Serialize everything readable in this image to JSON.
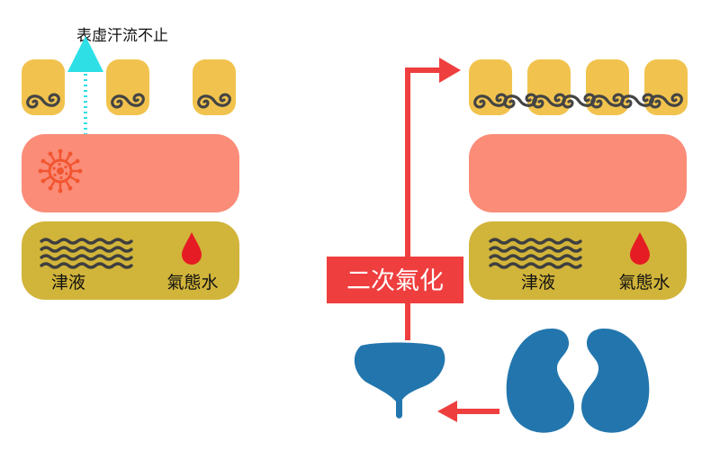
{
  "labels": {
    "sweat_caption": "表虛汗流不止",
    "fluid_left": "津液",
    "vapor_left": "氣態水",
    "fluid_right": "津液",
    "vapor_right": "氣態水",
    "process_box": "二次氣化"
  },
  "colors": {
    "cell": "#f1c34e",
    "spiral": "#444444",
    "tissue": "#fa8c78",
    "fluid_layer": "#d1b43a",
    "waves": "#3f3f3f",
    "drop": "#e51c23",
    "virus": "#f2552f",
    "sweat_arrow": "#2ee0e6",
    "process_arrow": "#ef3e3e",
    "organ": "#2276ad"
  },
  "icons": [
    "spiral-icon",
    "virus-icon",
    "wave-icon",
    "blood-drop-icon",
    "kidney-icon",
    "bladder-icon",
    "arrow-icon"
  ]
}
